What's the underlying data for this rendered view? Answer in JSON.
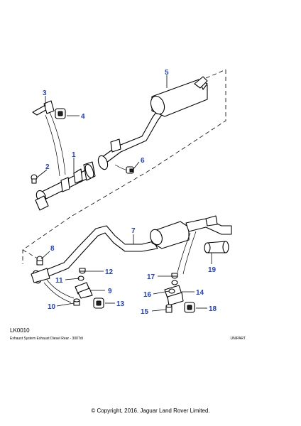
{
  "diagram": {
    "reference_code": "LK0010",
    "caption": "Exhaust System Exhaust Diesel Rear - 300Tdi",
    "brand": "UNIPART",
    "copyright": "© Copyright, 2016. Jaguar Land Rover Limited.",
    "callout_color": "#1f3fd8",
    "callouts": {
      "c1": "1",
      "c2": "2",
      "c3": "3",
      "c4": "4",
      "c5": "5",
      "c6": "6",
      "c7": "7",
      "c8": "8",
      "c9": "9",
      "c10": "10",
      "c11": "11",
      "c12": "12",
      "c13": "13",
      "c14": "14",
      "c15": "15",
      "c16": "16",
      "c17": "17",
      "c18": "18",
      "c19": "19"
    }
  }
}
